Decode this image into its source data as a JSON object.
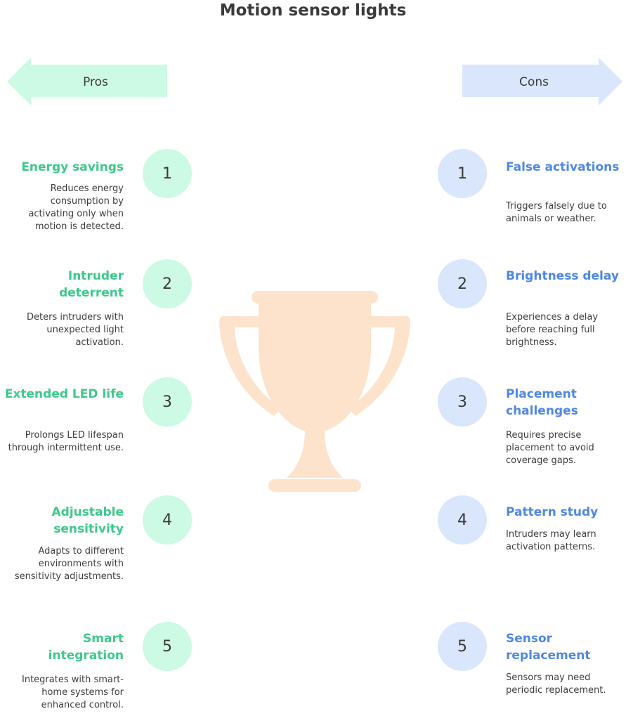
{
  "title": "Motion sensor lights",
  "colors": {
    "pro_accent": "#3cc98a",
    "con_accent": "#4f88e0",
    "pro_fill": "#ccfae4",
    "con_fill": "#d9e6fc",
    "trophy": "#fde3cc"
  },
  "pros_header": "Pros",
  "cons_header": "Cons",
  "center_icon": "trophy-icon",
  "pros": [
    {
      "number": "1",
      "title": "Energy savings",
      "description": "Reduces energy consumption by activating only when motion is detected."
    },
    {
      "number": "2",
      "title": "Intruder deterrent",
      "description": "Deters intruders with unexpected light activation."
    },
    {
      "number": "3",
      "title": "Extended LED life",
      "description": "Prolongs LED lifespan through intermittent use."
    },
    {
      "number": "4",
      "title": "Adjustable sensitivity",
      "description": "Adapts to different environments with sensitivity adjustments."
    },
    {
      "number": "5",
      "title": "Smart integration",
      "description": "Integrates with smart-home systems for enhanced control."
    }
  ],
  "cons": [
    {
      "number": "1",
      "title": "False activations",
      "description": "Triggers falsely due to animals or weather."
    },
    {
      "number": "2",
      "title": "Brightness delay",
      "description": "Experiences a delay before reaching full brightness."
    },
    {
      "number": "3",
      "title": "Placement challenges",
      "description": "Requires precise placement to avoid coverage gaps."
    },
    {
      "number": "4",
      "title": "Pattern study",
      "description": "Intruders may learn activation patterns."
    },
    {
      "number": "5",
      "title": "Sensor replacement",
      "description": "Sensors may need periodic replacement."
    }
  ]
}
